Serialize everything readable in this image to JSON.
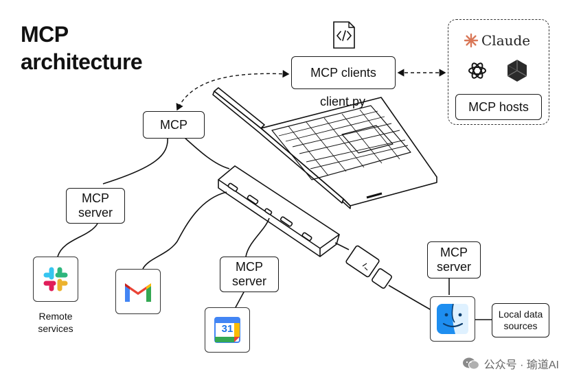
{
  "title_line1": "MCP",
  "title_line2": "architecture",
  "nodes": {
    "mcp_clients": "MCP clients",
    "client_file": "client.py",
    "mcp": "MCP",
    "mcp_hosts": "MCP hosts",
    "claude_logo": "Claude",
    "server_left_line1": "MCP",
    "server_left_line2": "server",
    "server_mid_line1": "MCP",
    "server_mid_line2": "server",
    "server_right_line1": "MCP",
    "server_right_line2": "server",
    "remote_line1": "Remote",
    "remote_line2": "services",
    "local_line1": "Local data",
    "local_line2": "sources",
    "calendar_day": "31"
  },
  "icons": [
    "code-file-icon",
    "claude-icon",
    "openai-icon",
    "cube-icon",
    "slack-icon",
    "gmail-icon",
    "google-calendar-icon",
    "finder-icon",
    "wechat-icon"
  ],
  "watermark": "公众号 · 瑜道AI",
  "colors": {
    "claude": "#d97757",
    "slack_blue": "#36c5f0",
    "slack_green": "#2eb67d",
    "slack_red": "#e01e5a",
    "slack_yellow": "#ecb22e",
    "gmail_red": "#ea4335",
    "gmail_blue": "#4285f4",
    "gmail_green": "#34a853",
    "gmail_yellow": "#fbbc04",
    "finder_blue": "#1e8ef0"
  }
}
